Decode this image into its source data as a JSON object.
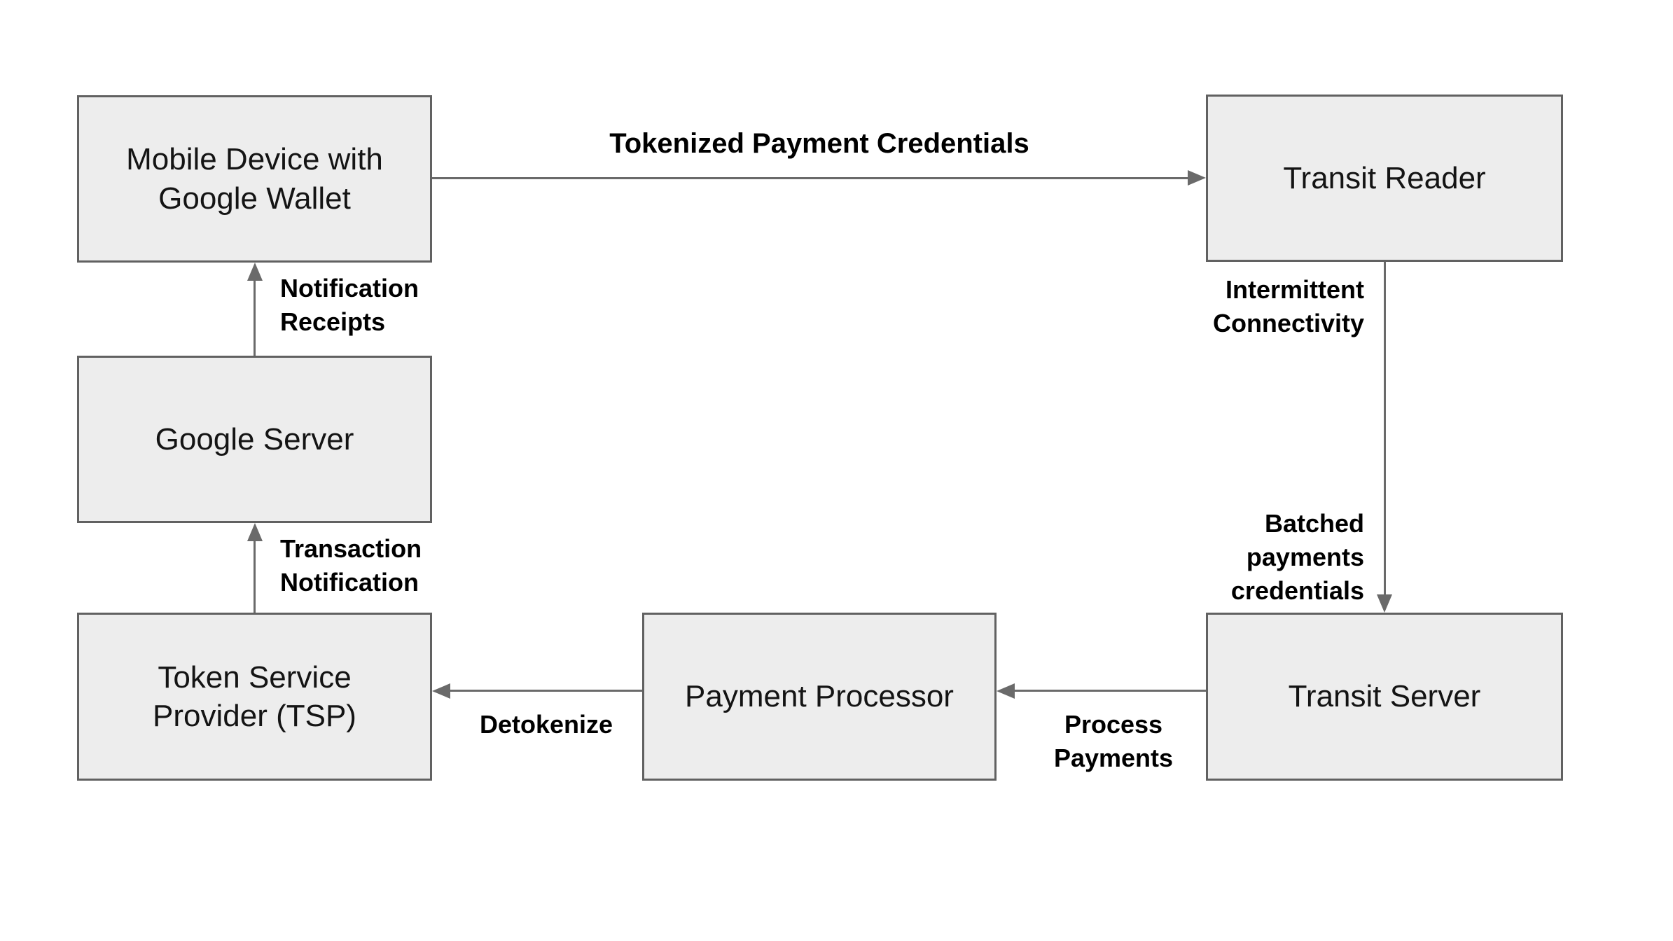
{
  "colors": {
    "background": "#ffffff",
    "node_fill": "#ededed",
    "node_border": "#616161",
    "connector": "#6a6a6a",
    "node_text": "#141414",
    "label_text": "#000000"
  },
  "nodes": {
    "mobile": {
      "lines": [
        "Mobile Device with",
        "Google Wallet"
      ]
    },
    "reader": {
      "lines": [
        "Transit Reader"
      ]
    },
    "google": {
      "lines": [
        "Google Server"
      ]
    },
    "tsp": {
      "lines": [
        "Token Service",
        "Provider (TSP)"
      ]
    },
    "processor": {
      "lines": [
        "Payment Processor"
      ]
    },
    "transit_server": {
      "lines": [
        "Transit Server"
      ]
    }
  },
  "edges": {
    "tokenized": {
      "label": "Tokenized Payment Credentials",
      "from": "Mobile Device with Google Wallet",
      "to": "Transit Reader",
      "direction": "right"
    },
    "notification_receipts": {
      "lines": [
        "Notification",
        "Receipts"
      ],
      "from": "Google Server",
      "to": "Mobile Device with Google Wallet",
      "direction": "up"
    },
    "transaction_notification": {
      "lines": [
        "Transaction",
        "Notification"
      ],
      "from": "Token Service Provider (TSP)",
      "to": "Google Server",
      "direction": "up"
    },
    "reader_to_transit_server": {
      "upper_lines": [
        "Intermittent",
        "Connectivity"
      ],
      "lower_lines": [
        "Batched",
        "payments",
        "credentials"
      ],
      "from": "Transit Reader",
      "to": "Transit Server",
      "direction": "down"
    },
    "process_payments": {
      "lines": [
        "Process",
        "Payments"
      ],
      "from": "Transit Server",
      "to": "Payment Processor",
      "direction": "left"
    },
    "detokenize": {
      "label": "Detokenize",
      "from": "Payment Processor",
      "to": "Token Service Provider (TSP)",
      "direction": "left"
    }
  }
}
